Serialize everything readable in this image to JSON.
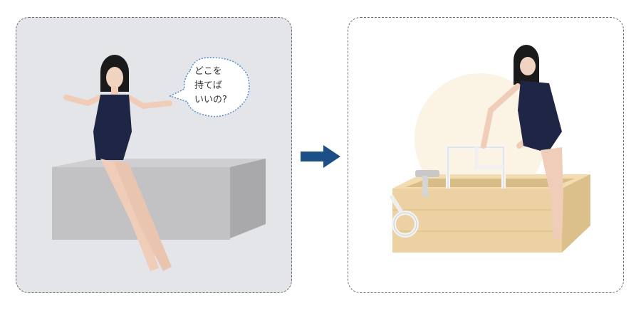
{
  "speech_bubble": {
    "lines": [
      "どこを",
      "持てば",
      "いいの?"
    ]
  },
  "colors": {
    "panel_before_bg": "#e4e5e8",
    "arrow": "#1c4f86",
    "swimsuit": "#1f2545",
    "bathtub_gray": "#bcbcbe",
    "wood": "#ecd2a2"
  },
  "icons": {
    "arrow": "right-arrow-icon"
  }
}
